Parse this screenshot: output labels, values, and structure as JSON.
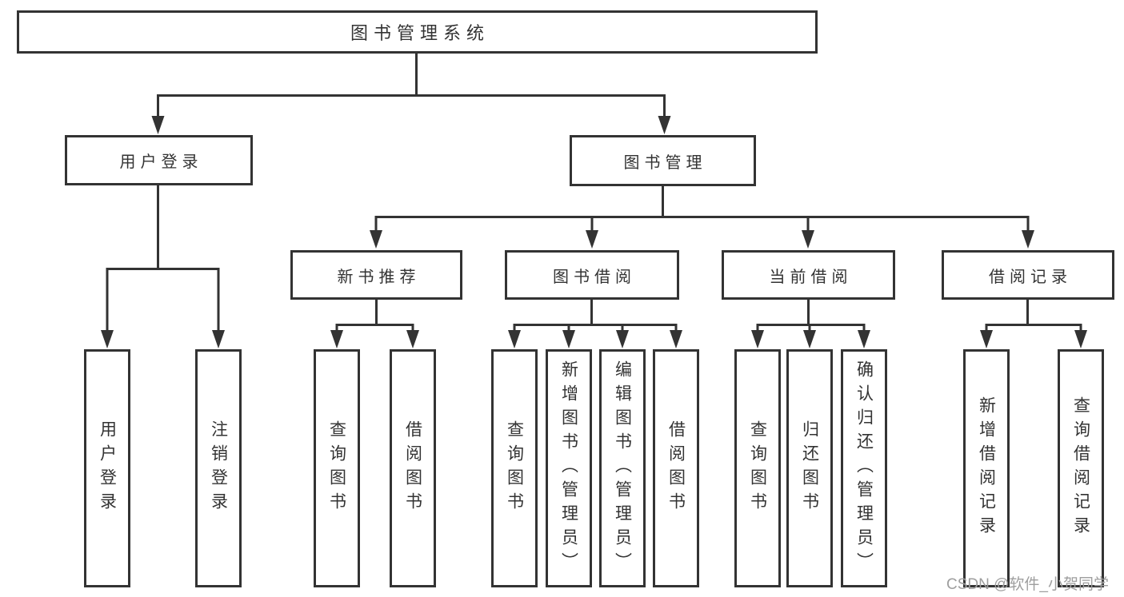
{
  "diagram": {
    "root": {
      "label": "图书管理系统"
    },
    "level2": [
      {
        "label": "用户登录"
      },
      {
        "label": "图书管理"
      }
    ],
    "level3": [
      {
        "label": "新书推荐",
        "parent": "图书管理"
      },
      {
        "label": "图书借阅",
        "parent": "图书管理"
      },
      {
        "label": "当前借阅",
        "parent": "图书管理"
      },
      {
        "label": "借阅记录",
        "parent": "图书管理"
      }
    ],
    "leaves": [
      {
        "label": "用户登录",
        "parent": "用户登录"
      },
      {
        "label": "注销登录",
        "parent": "用户登录"
      },
      {
        "label": "查询图书",
        "parent": "新书推荐"
      },
      {
        "label": "借阅图书",
        "parent": "新书推荐"
      },
      {
        "label": "查询图书",
        "parent": "图书借阅"
      },
      {
        "label": "新增图书（管理员）",
        "parent": "图书借阅"
      },
      {
        "label": "编辑图书（管理员）",
        "parent": "图书借阅"
      },
      {
        "label": "借阅图书",
        "parent": "图书借阅"
      },
      {
        "label": "查询图书",
        "parent": "当前借阅"
      },
      {
        "label": "归还图书",
        "parent": "当前借阅"
      },
      {
        "label": "确认归还（管理员）",
        "parent": "当前借阅"
      },
      {
        "label": "新增借阅记录",
        "parent": "借阅记录"
      },
      {
        "label": "查询借阅记录",
        "parent": "借阅记录"
      }
    ]
  },
  "watermark": {
    "text": "CSDN @软件_小贺同学",
    "color": "#9e9e9e"
  },
  "colors": {
    "line": "#333333",
    "text": "#333333",
    "background": "#ffffff"
  }
}
